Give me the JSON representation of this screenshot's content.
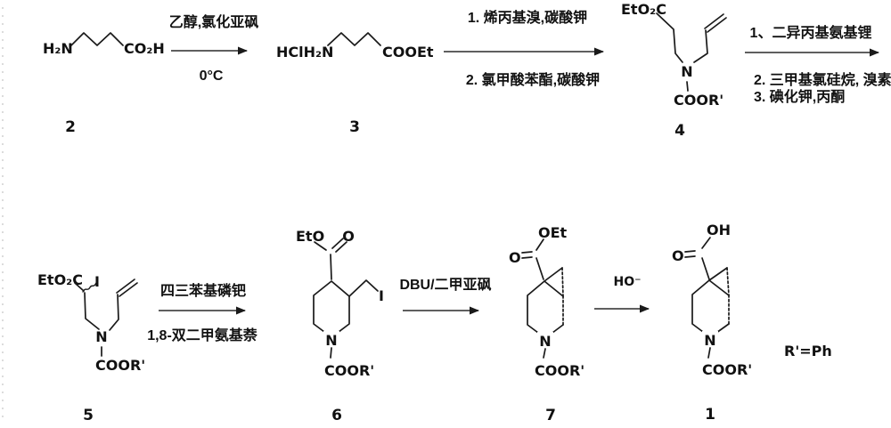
{
  "scheme": {
    "compounds": {
      "c2": {
        "amine": "H₂N",
        "acid": "CO₂H",
        "number": "2"
      },
      "c3": {
        "salt": "HClH₂N",
        "ester": "COOEt",
        "number": "3"
      },
      "c4": {
        "ester": "EtO₂C",
        "nitrogen": "N",
        "carbamate": "COOR'",
        "number": "4"
      },
      "c5": {
        "ester": "EtO₂C",
        "iodo": "I",
        "nitrogen": "N",
        "carbamate": "COOR'",
        "number": "5"
      },
      "c6": {
        "ether": "EtO",
        "oxo": "O",
        "iodo": "I",
        "nitrogen": "N",
        "carbamate": "COOR'",
        "number": "6"
      },
      "c7": {
        "ether": "OEt",
        "oxo": "O",
        "nitrogen": "N",
        "carbamate": "COOR'",
        "number": "7"
      },
      "c1": {
        "hydroxy": "OH",
        "oxo": "O",
        "nitrogen": "N",
        "carbamate": "COOR'",
        "number": "1"
      }
    },
    "arrows": {
      "a1": {
        "above": "乙醇,氯化亚砜",
        "below": "0°C"
      },
      "a2": {
        "above": "1. 烯丙基溴,碳酸钾",
        "below": "2. 氯甲酸苯酯,碳酸钾"
      },
      "a3": {
        "above": "1、二异丙基氨基锂",
        "below1": "2. 三甲基氯硅烷, 溴素",
        "below2": "3. 碘化钾,丙酮"
      },
      "a4": {
        "above": "四三苯基磷钯",
        "below": "1,8-双二甲氨基萘"
      },
      "a5": {
        "above": "DBU/二甲亚砜"
      },
      "a6": {
        "above": "HO⁻"
      }
    },
    "note": "R'=Ph"
  }
}
